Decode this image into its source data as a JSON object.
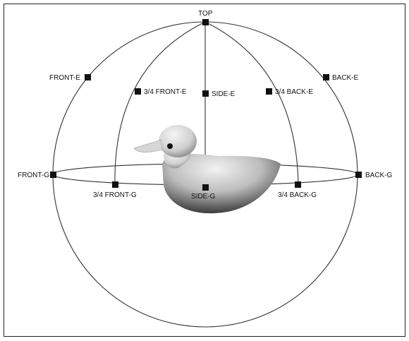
{
  "figure": {
    "view_labels": {
      "top": "TOP",
      "front_e": "FRONT-E",
      "three_quarter_front_e": "3/4 FRONT-E",
      "side_e": "SIDE-E",
      "three_quarter_back_e": "3/4 BACK-E",
      "back_e": "BACK-E",
      "front_g": "FRONT-G",
      "three_quarter_front_g": "3/4 FRONT-G",
      "side_g": "SIDE-G",
      "three_quarter_back_g": "3/4 BACK-G",
      "back_g": "BACK-G"
    }
  },
  "colors": {
    "line": "#333333",
    "marker": "#111111",
    "duck_light": "#ececec",
    "duck_dark": "#2a2a2a"
  }
}
